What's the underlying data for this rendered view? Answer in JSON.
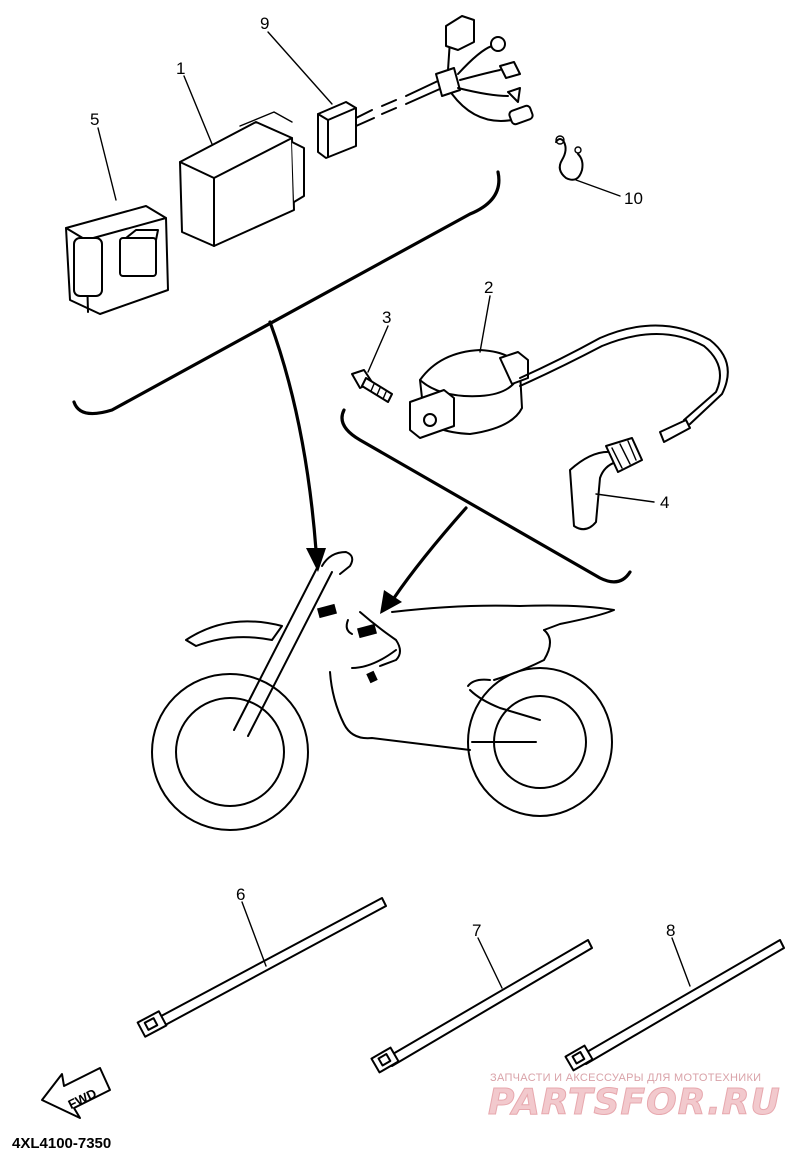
{
  "callouts": [
    {
      "id": "1",
      "label": "1"
    },
    {
      "id": "2",
      "label": "2"
    },
    {
      "id": "3",
      "label": "3"
    },
    {
      "id": "4",
      "label": "4"
    },
    {
      "id": "5",
      "label": "5"
    },
    {
      "id": "6",
      "label": "6"
    },
    {
      "id": "7",
      "label": "7"
    },
    {
      "id": "8",
      "label": "8"
    },
    {
      "id": "9",
      "label": "9"
    },
    {
      "id": "10",
      "label": "10"
    }
  ],
  "fwd_label": "FWD",
  "diagram_code": "4XL4100-7350",
  "watermark": {
    "tagline": "ЗАПЧАСТИ И АКСЕССУАРЫ ДЛЯ МОТОТЕХНИКИ",
    "brand": "PARTSFOR.RU"
  }
}
